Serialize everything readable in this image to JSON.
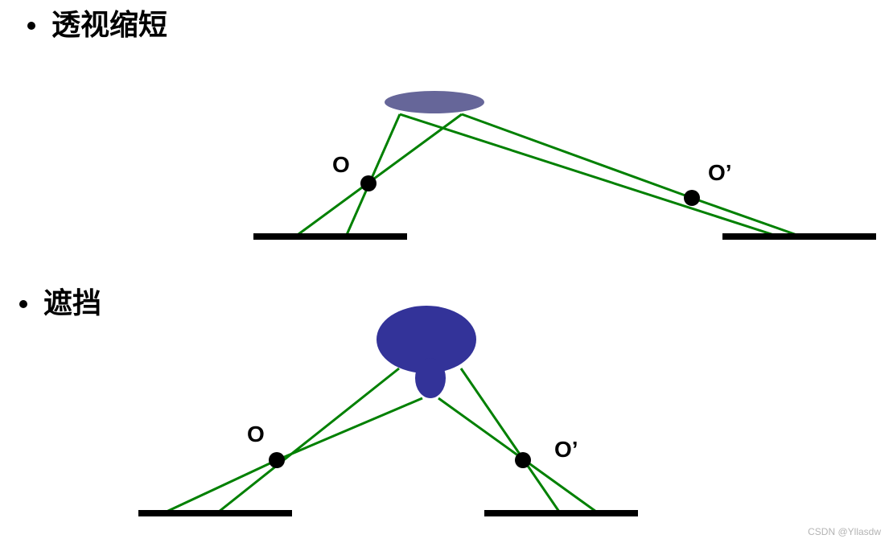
{
  "sections": [
    {
      "title": "透视缩短"
    },
    {
      "title": "遮挡"
    }
  ],
  "labels": {
    "pinhole": "O",
    "pinhole_prime": "O’"
  },
  "colors": {
    "ellipse_top": "#666699",
    "object_bottom": "#333399",
    "rays": "#008000",
    "image_plane": "#000000",
    "pinhole_dot": "#000000"
  },
  "watermark": "CSDN @Yllasdw"
}
